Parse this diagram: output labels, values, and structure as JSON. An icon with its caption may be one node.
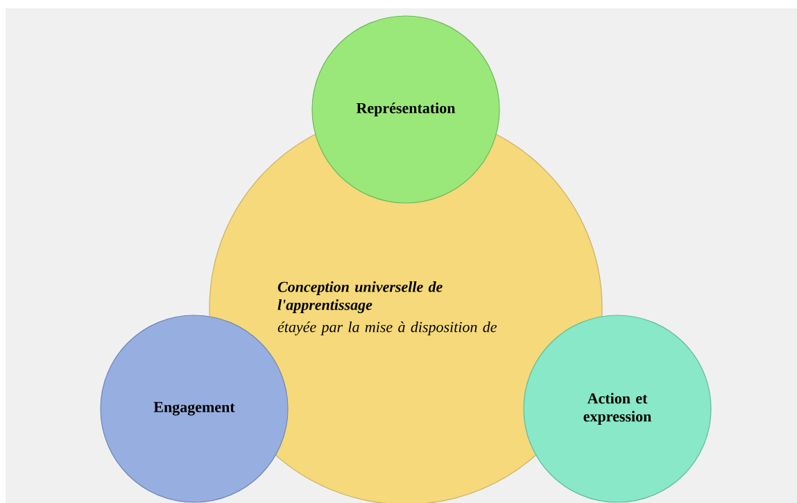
{
  "diagram": {
    "nodes": [
      {
        "text": [
          "Conception universelle de l'apprentissage",
          "étayée par la mise à disposition de"
        ]
      },
      {
        "text": [
          "Représentation"
        ]
      },
      {
        "text": [
          "Engagement"
        ]
      },
      {
        "text": [
          "Action et expression"
        ]
      }
    ]
  }
}
